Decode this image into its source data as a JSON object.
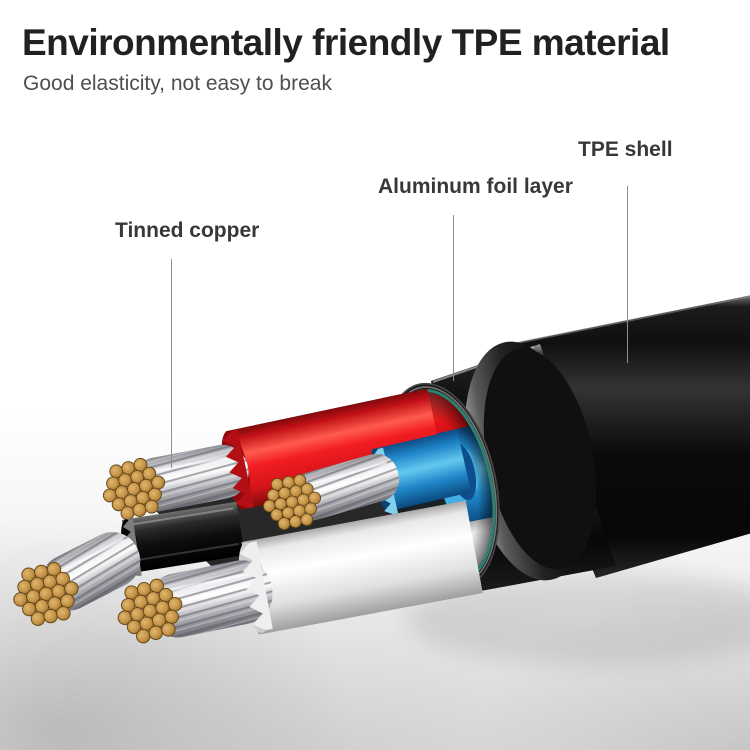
{
  "header": {
    "title": "Environmentally friendly TPE material",
    "subtitle": "Good elasticity, not easy to break"
  },
  "annotations": [
    {
      "id": "tinned-copper",
      "label": "Tinned copper"
    },
    {
      "id": "aluminum-foil-layer",
      "label": "Aluminum foil layer"
    },
    {
      "id": "tpe-shell",
      "label": "TPE shell"
    }
  ],
  "palette": {
    "title_color": "#212121",
    "subtitle_color": "#4f4f4f",
    "label_color": "#383838",
    "leader_line_color": "#8f8f8f",
    "tpe_shell_black": "#111111",
    "aluminum_foil_ring_teal": "#2f8d7c",
    "red_wire": "#e8131b",
    "blue_wire": "#1f86c8",
    "white_wire": "#f2f2f2",
    "black_wire": "#262626",
    "copper_strand_gold": "#c49a55",
    "strand_silver": "#d9d9de",
    "background": "#ffffff"
  }
}
